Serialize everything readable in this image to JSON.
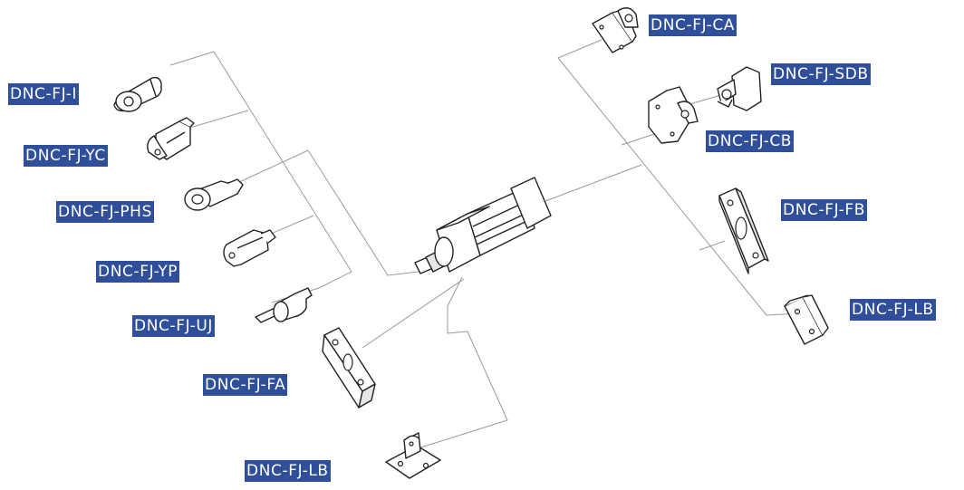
{
  "diagram": {
    "labels": {
      "fj_i": "DNC-FJ-I",
      "fj_yc": "DNC-FJ-YC",
      "fj_phs": "DNC-FJ-PHS",
      "fj_yp": "DNC-FJ-YP",
      "fj_uj": "DNC-FJ-UJ",
      "fj_fa": "DNC-FJ-FA",
      "fj_lb_bottom": "DNC-FJ-LB",
      "fj_ca": "DNC-FJ-CA",
      "fj_sdb": "DNC-FJ-SDB",
      "fj_cb": "DNC-FJ-CB",
      "fj_fb": "DNC-FJ-FB",
      "fj_lb_right": "DNC-FJ-LB"
    },
    "colors": {
      "label_bg": "#2f4f9a",
      "label_text": "#ffffff",
      "leader_line": "#9a9a9a",
      "part_outline": "#222222"
    }
  }
}
